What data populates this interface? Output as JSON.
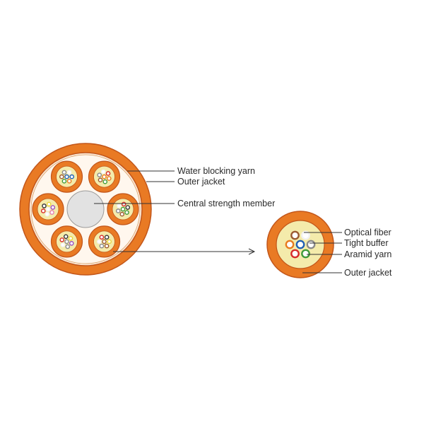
{
  "diagram": {
    "main_cable_labels": {
      "water_blocking_yarn": "Water blocking yarn",
      "outer_jacket": "Outer jacket",
      "central_strength_member": "Central strength member"
    },
    "subunit_labels": {
      "optical_fiber": "Optical fiber",
      "tight_buffer": "Tight buffer",
      "aramid_yarn": "Aramid yarn",
      "outer_jacket": "Outer jacket"
    }
  },
  "colors": {
    "jacket_orange": "#e97a24",
    "jacket_dark": "#c2561a",
    "jacket_inner": "#fbe8d6",
    "core_gray": "#e2e2e2",
    "yarn_yellow": "#f4ebab",
    "leader_line": "#333333"
  },
  "fiber_colors": [
    "#1f5fb4",
    "#e87b1f",
    "#3f9a3a",
    "#9a5a30",
    "#8a8a8a",
    "#f2f2f2",
    "#d62a2a",
    "#333333",
    "#e8d53a",
    "#9b4fbf",
    "#e77fb0",
    "#4fc1c9"
  ]
}
